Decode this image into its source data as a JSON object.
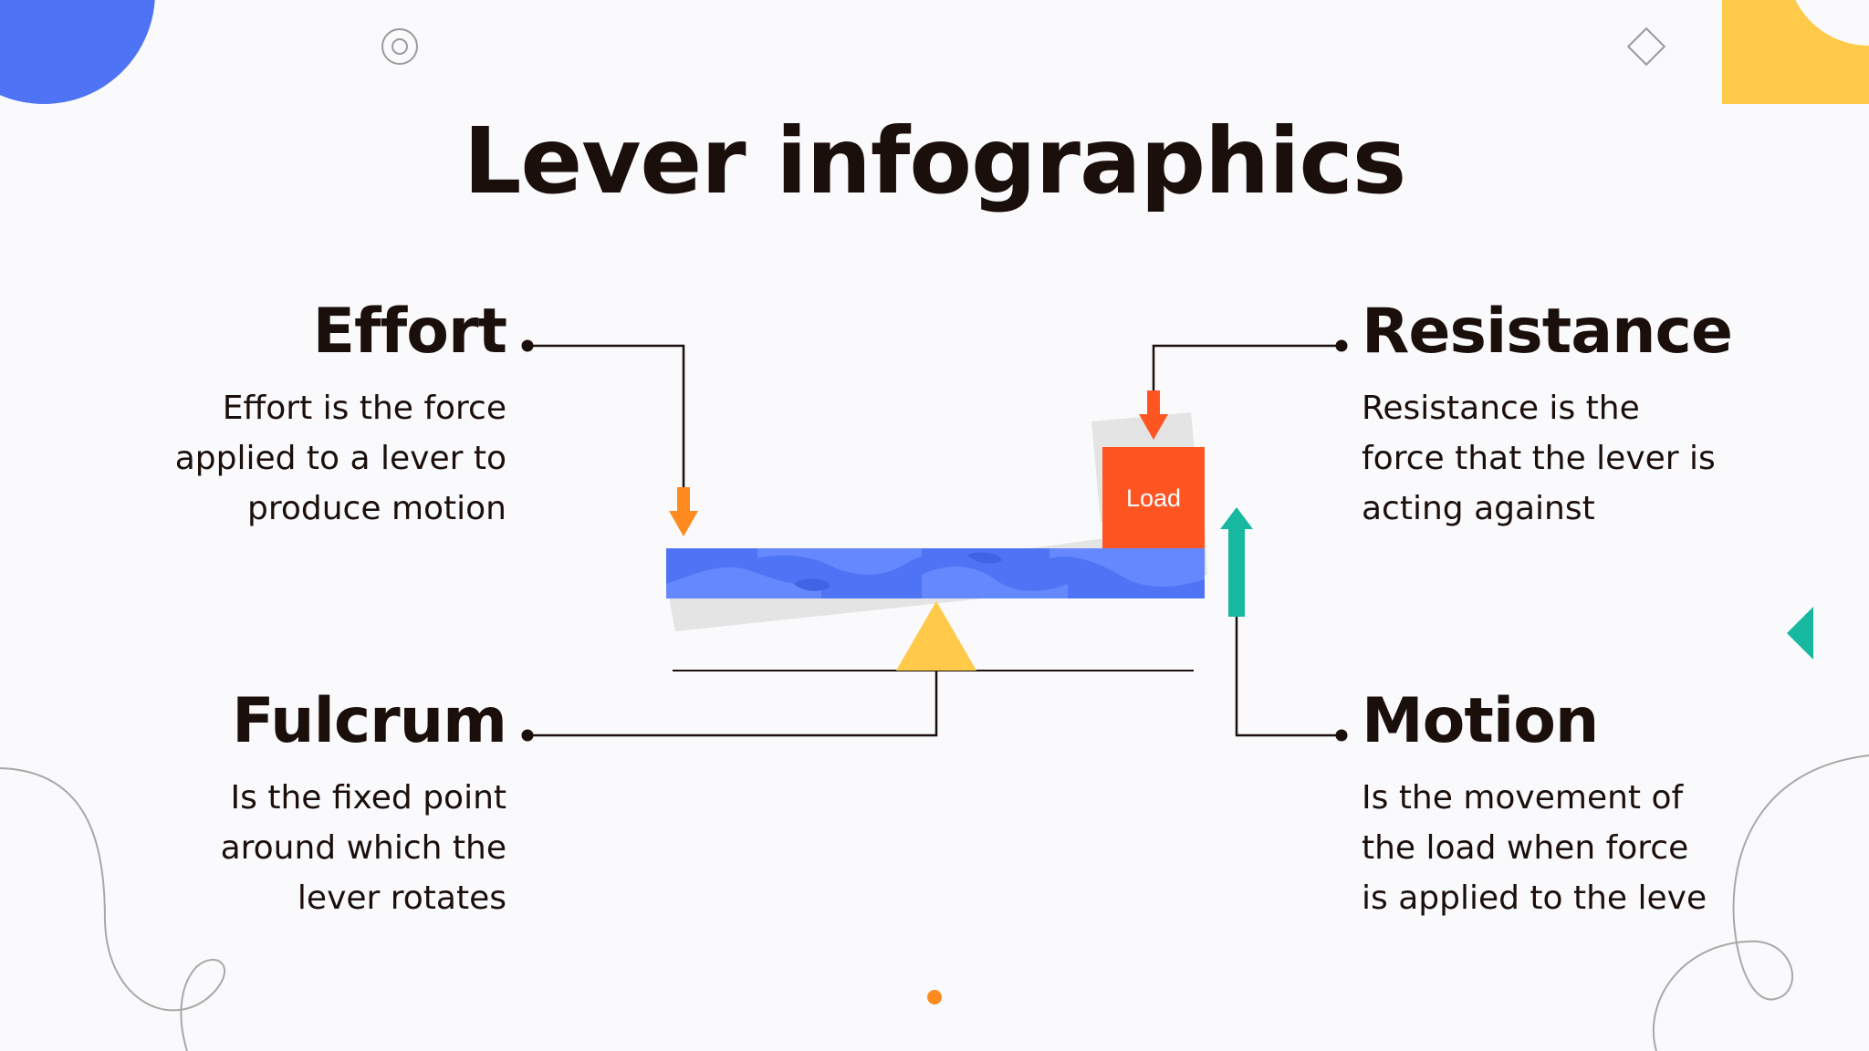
{
  "title": "Lever infographics",
  "effort": {
    "label": "Effort",
    "lines": [
      "Effort is the force",
      "applied to a lever to",
      "produce motion"
    ]
  },
  "resistance": {
    "label": "Resistance",
    "lines": [
      "Resistance is the",
      "force that the lever is",
      "acting against"
    ]
  },
  "fulcrum": {
    "label": "Fulcrum",
    "lines": [
      "Is the fixed point",
      "around which the",
      "lever rotates"
    ]
  },
  "motion": {
    "label": "Motion",
    "lines": [
      "Is the movement of",
      "the load when force",
      "is applied to the leve"
    ]
  },
  "load_label": "Load",
  "colors": {
    "blue": "#4e74f5",
    "yellow": "#ffc94a",
    "orange": "#ff8a1f",
    "red_orange": "#ff5522",
    "teal": "#17b8a0",
    "dark": "#1b0f0b"
  }
}
